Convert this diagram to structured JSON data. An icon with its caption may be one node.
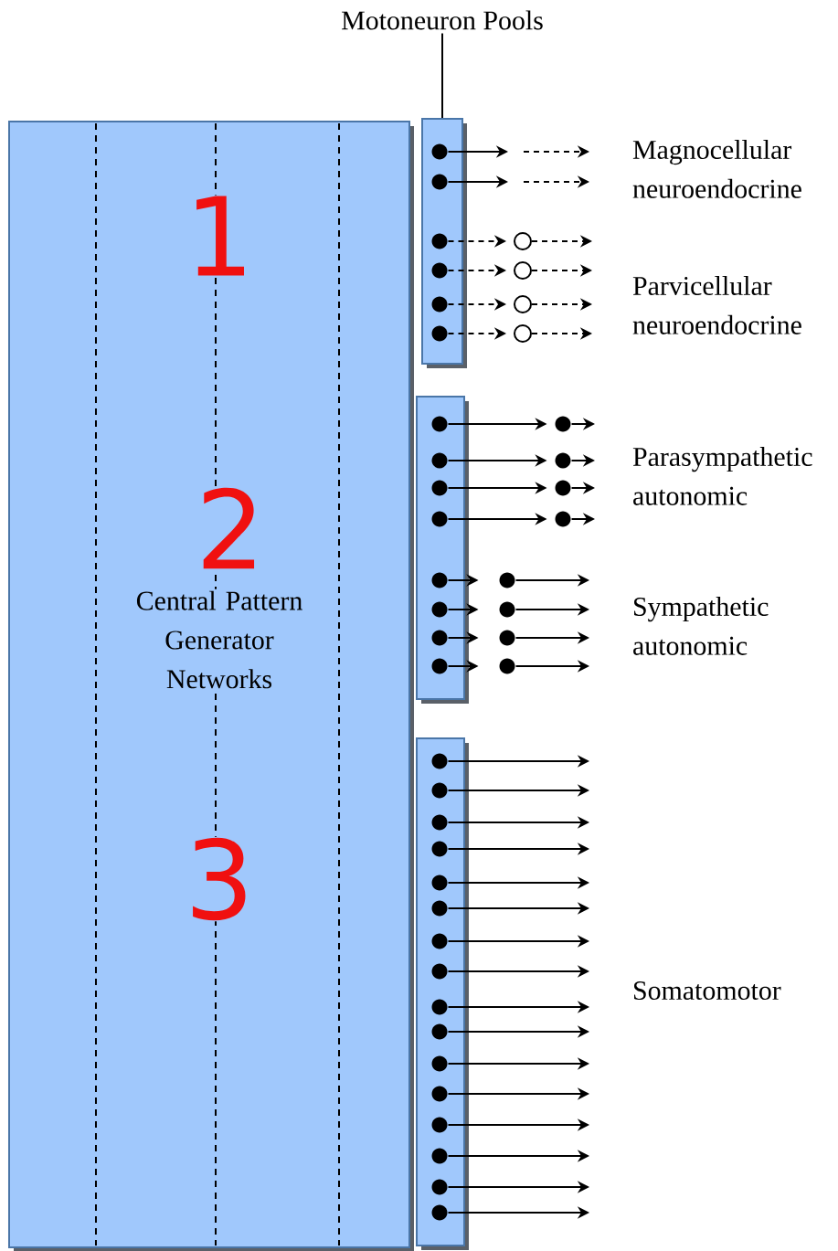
{
  "diagram": {
    "nodes": [
      {
        "text": [
          "Motoneuron Pools"
        ]
      },
      {
        "text": [
          "Central Pattern Generator Networks"
        ]
      },
      {
        "text": [],
        "shape": "box"
      },
      {
        "text": [],
        "shape": "box"
      },
      {
        "text": [],
        "shape": "box"
      },
      {
        "text": [],
        "shape": "dot",
        "in": 2
      },
      {
        "text": [],
        "shape": "dot",
        "in": 2
      },
      {
        "text": [],
        "shape": "dot",
        "in": 2
      },
      {
        "text": [],
        "shape": "dot",
        "in": 2
      },
      {
        "text": [],
        "shape": "dot",
        "in": 2
      },
      {
        "text": [],
        "shape": "dot",
        "in": 2
      },
      {
        "text": [],
        "shape": "circle"
      },
      {
        "text": [],
        "shape": "circle"
      },
      {
        "text": [],
        "shape": "circle"
      },
      {
        "text": [],
        "shape": "circle"
      },
      {
        "text": [],
        "shape": "dot",
        "in": 3
      },
      {
        "text": [],
        "shape": "dot",
        "in": 3
      },
      {
        "text": [],
        "shape": "dot",
        "in": 3
      },
      {
        "text": [],
        "shape": "dot",
        "in": 3
      },
      {
        "text": [],
        "shape": "dot",
        "in": 3
      },
      {
        "text": [],
        "shape": "dot",
        "in": 3
      },
      {
        "text": [],
        "shape": "dot",
        "in": 3
      },
      {
        "text": [],
        "shape": "dot",
        "in": 3
      },
      {
        "text": [],
        "shape": "dot"
      },
      {
        "text": [],
        "shape": "dot"
      },
      {
        "text": [],
        "shape": "dot"
      },
      {
        "text": [],
        "shape": "dot"
      },
      {
        "text": [],
        "shape": "dot"
      },
      {
        "text": [],
        "shape": "dot"
      },
      {
        "text": [],
        "shape": "dot"
      },
      {
        "text": [],
        "shape": "dot"
      },
      {
        "text": [],
        "shape": "dot",
        "in": 4
      },
      {
        "text": [],
        "shape": "dot",
        "in": 4
      },
      {
        "text": [],
        "shape": "dot",
        "in": 4
      },
      {
        "text": [],
        "shape": "dot",
        "in": 4
      },
      {
        "text": [],
        "shape": "dot",
        "in": 4
      },
      {
        "text": [],
        "shape": "dot",
        "in": 4
      },
      {
        "text": [],
        "shape": "dot",
        "in": 4
      },
      {
        "text": [],
        "shape": "dot",
        "in": 4
      },
      {
        "text": [],
        "shape": "dot",
        "in": 4
      },
      {
        "text": [],
        "shape": "dot",
        "in": 4
      },
      {
        "text": [],
        "shape": "dot",
        "in": 4
      },
      {
        "text": [],
        "shape": "dot",
        "in": 4
      },
      {
        "text": [],
        "shape": "dot",
        "in": 4
      },
      {
        "text": [],
        "shape": "dot",
        "in": 4
      },
      {
        "text": [],
        "shape": "dot",
        "in": 4
      },
      {
        "text": [],
        "shape": "dot",
        "in": 4
      }
    ],
    "edges": [
      {
        "from": 0,
        "to": 2,
        "arrow": "none"
      },
      {
        "from": 5,
        "to": null,
        "arrow": "to"
      },
      {
        "from": 6,
        "to": null,
        "arrow": "to"
      },
      {
        "from": 7,
        "to": 11,
        "arrow": "to",
        "style": "dashed"
      },
      {
        "from": 8,
        "to": 12,
        "arrow": "to",
        "style": "dashed"
      },
      {
        "from": 9,
        "to": 13,
        "arrow": "to",
        "style": "dashed"
      },
      {
        "from": 10,
        "to": 14,
        "arrow": "to",
        "style": "dashed"
      },
      {
        "from": 11,
        "to": null,
        "arrow": "to",
        "style": "dashed"
      },
      {
        "from": 12,
        "to": null,
        "arrow": "to",
        "style": "dashed"
      },
      {
        "from": 13,
        "to": null,
        "arrow": "to",
        "style": "dashed"
      },
      {
        "from": 14,
        "to": null,
        "arrow": "to",
        "style": "dashed"
      },
      {
        "from": 15,
        "to": 23,
        "arrow": "to"
      },
      {
        "from": 16,
        "to": 24,
        "arrow": "to"
      },
      {
        "from": 17,
        "to": 25,
        "arrow": "to"
      },
      {
        "from": 18,
        "to": 26,
        "arrow": "to"
      },
      {
        "from": 23,
        "to": null,
        "arrow": "to"
      },
      {
        "from": 24,
        "to": null,
        "arrow": "to"
      },
      {
        "from": 25,
        "to": null,
        "arrow": "to"
      },
      {
        "from": 26,
        "to": null,
        "arrow": "to"
      },
      {
        "from": 19,
        "to": 27,
        "arrow": "to"
      },
      {
        "from": 20,
        "to": 28,
        "arrow": "to"
      },
      {
        "from": 21,
        "to": 29,
        "arrow": "to"
      },
      {
        "from": 22,
        "to": 30,
        "arrow": "to"
      },
      {
        "from": 27,
        "to": null,
        "arrow": "to"
      },
      {
        "from": 28,
        "to": null,
        "arrow": "to"
      },
      {
        "from": 29,
        "to": null,
        "arrow": "to"
      },
      {
        "from": 30,
        "to": null,
        "arrow": "to"
      },
      {
        "from": 31,
        "to": null,
        "arrow": "to"
      },
      {
        "from": 32,
        "to": null,
        "arrow": "to"
      },
      {
        "from": 33,
        "to": null,
        "arrow": "to"
      },
      {
        "from": 34,
        "to": null,
        "arrow": "to"
      },
      {
        "from": 35,
        "to": null,
        "arrow": "to"
      },
      {
        "from": 36,
        "to": null,
        "arrow": "to"
      },
      {
        "from": 37,
        "to": null,
        "arrow": "to"
      },
      {
        "from": 38,
        "to": null,
        "arrow": "to"
      },
      {
        "from": 39,
        "to": null,
        "arrow": "to"
      },
      {
        "from": 40,
        "to": null,
        "arrow": "to"
      },
      {
        "from": 41,
        "to": null,
        "arrow": "to"
      },
      {
        "from": 42,
        "to": null,
        "arrow": "to"
      },
      {
        "from": 43,
        "to": null,
        "arrow": "to"
      },
      {
        "from": 44,
        "to": null,
        "arrow": "to"
      },
      {
        "from": 45,
        "to": null,
        "arrow": "to"
      },
      {
        "from": 46,
        "to": null,
        "arrow": "to"
      }
    ],
    "labels": [
      "1",
      "Magnocellular neuroendocrine",
      "Parvicellular neuroendocrine",
      "Parasympathetic autonomic",
      "2",
      "Sympathetic autonomic",
      "3",
      "Somatomotor"
    ]
  }
}
